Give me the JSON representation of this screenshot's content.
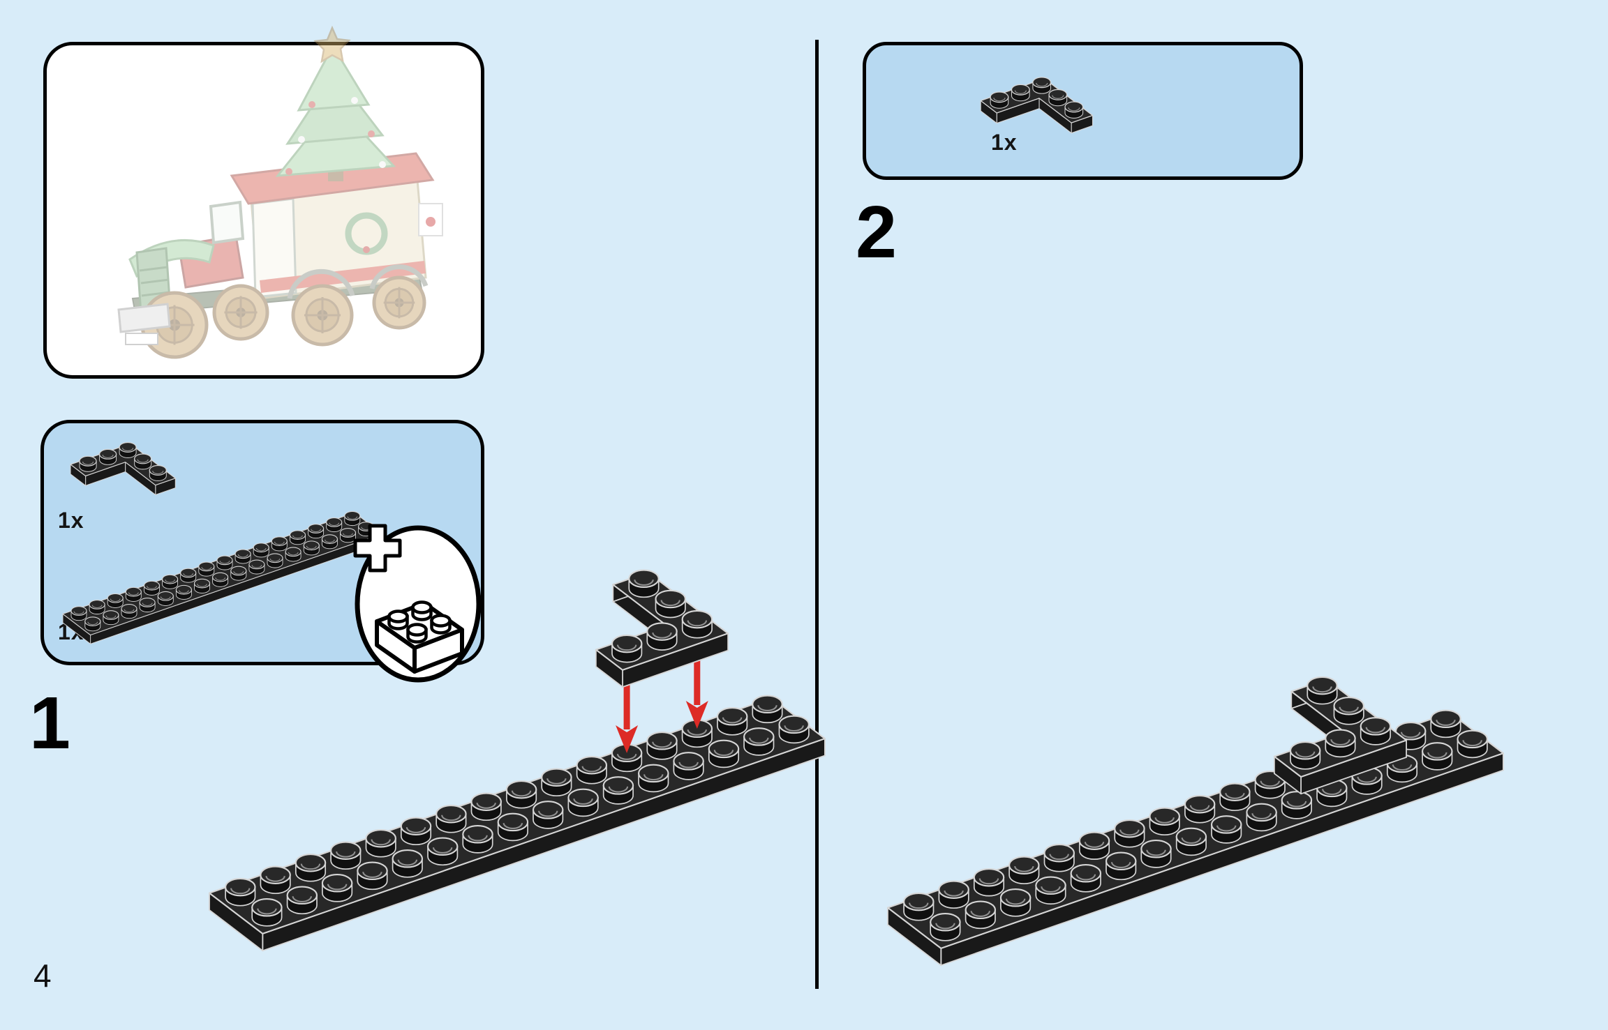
{
  "page": {
    "number": "4"
  },
  "colors": {
    "page_bg": "#d8ecf9",
    "panel_blue": "#b7d9f1",
    "border_black": "#000000",
    "brick_top": "#282828",
    "brick_side": "#191919",
    "brick_stud_side": "#101010",
    "brick_edge": "#d6d6d6",
    "arrow_red": "#dd2b26",
    "icon_white": "#ffffff"
  },
  "preview": {
    "description": "Faded preview of finished model: holiday truck with Christmas tree"
  },
  "steps": [
    {
      "number": "1",
      "parts": [
        {
          "count": "1x",
          "part": "black corner plate"
        },
        {
          "count": "1x",
          "part": "black plate 2x16"
        }
      ]
    },
    {
      "number": "2",
      "parts": [
        {
          "count": "1x",
          "part": "black corner plate"
        }
      ]
    }
  ],
  "icons": {
    "new_parts": "plus-brick-icon"
  },
  "scene_pieces": [
    {
      "id": "box-corner-left",
      "part": "corner plate",
      "color": "black"
    },
    {
      "id": "box-plate-left",
      "part": "plate 2x16",
      "color": "black"
    },
    {
      "id": "box-corner-right",
      "part": "corner plate",
      "color": "black"
    },
    {
      "id": "step1-plate",
      "part": "plate 2x16",
      "color": "black"
    },
    {
      "id": "step1-corner-floating",
      "part": "corner plate",
      "color": "black"
    },
    {
      "id": "step2-plate",
      "part": "plate 2x16",
      "color": "black"
    },
    {
      "id": "step2-corner",
      "part": "corner plate",
      "color": "black"
    }
  ],
  "arrows": {
    "count": 2,
    "direction": "down"
  }
}
